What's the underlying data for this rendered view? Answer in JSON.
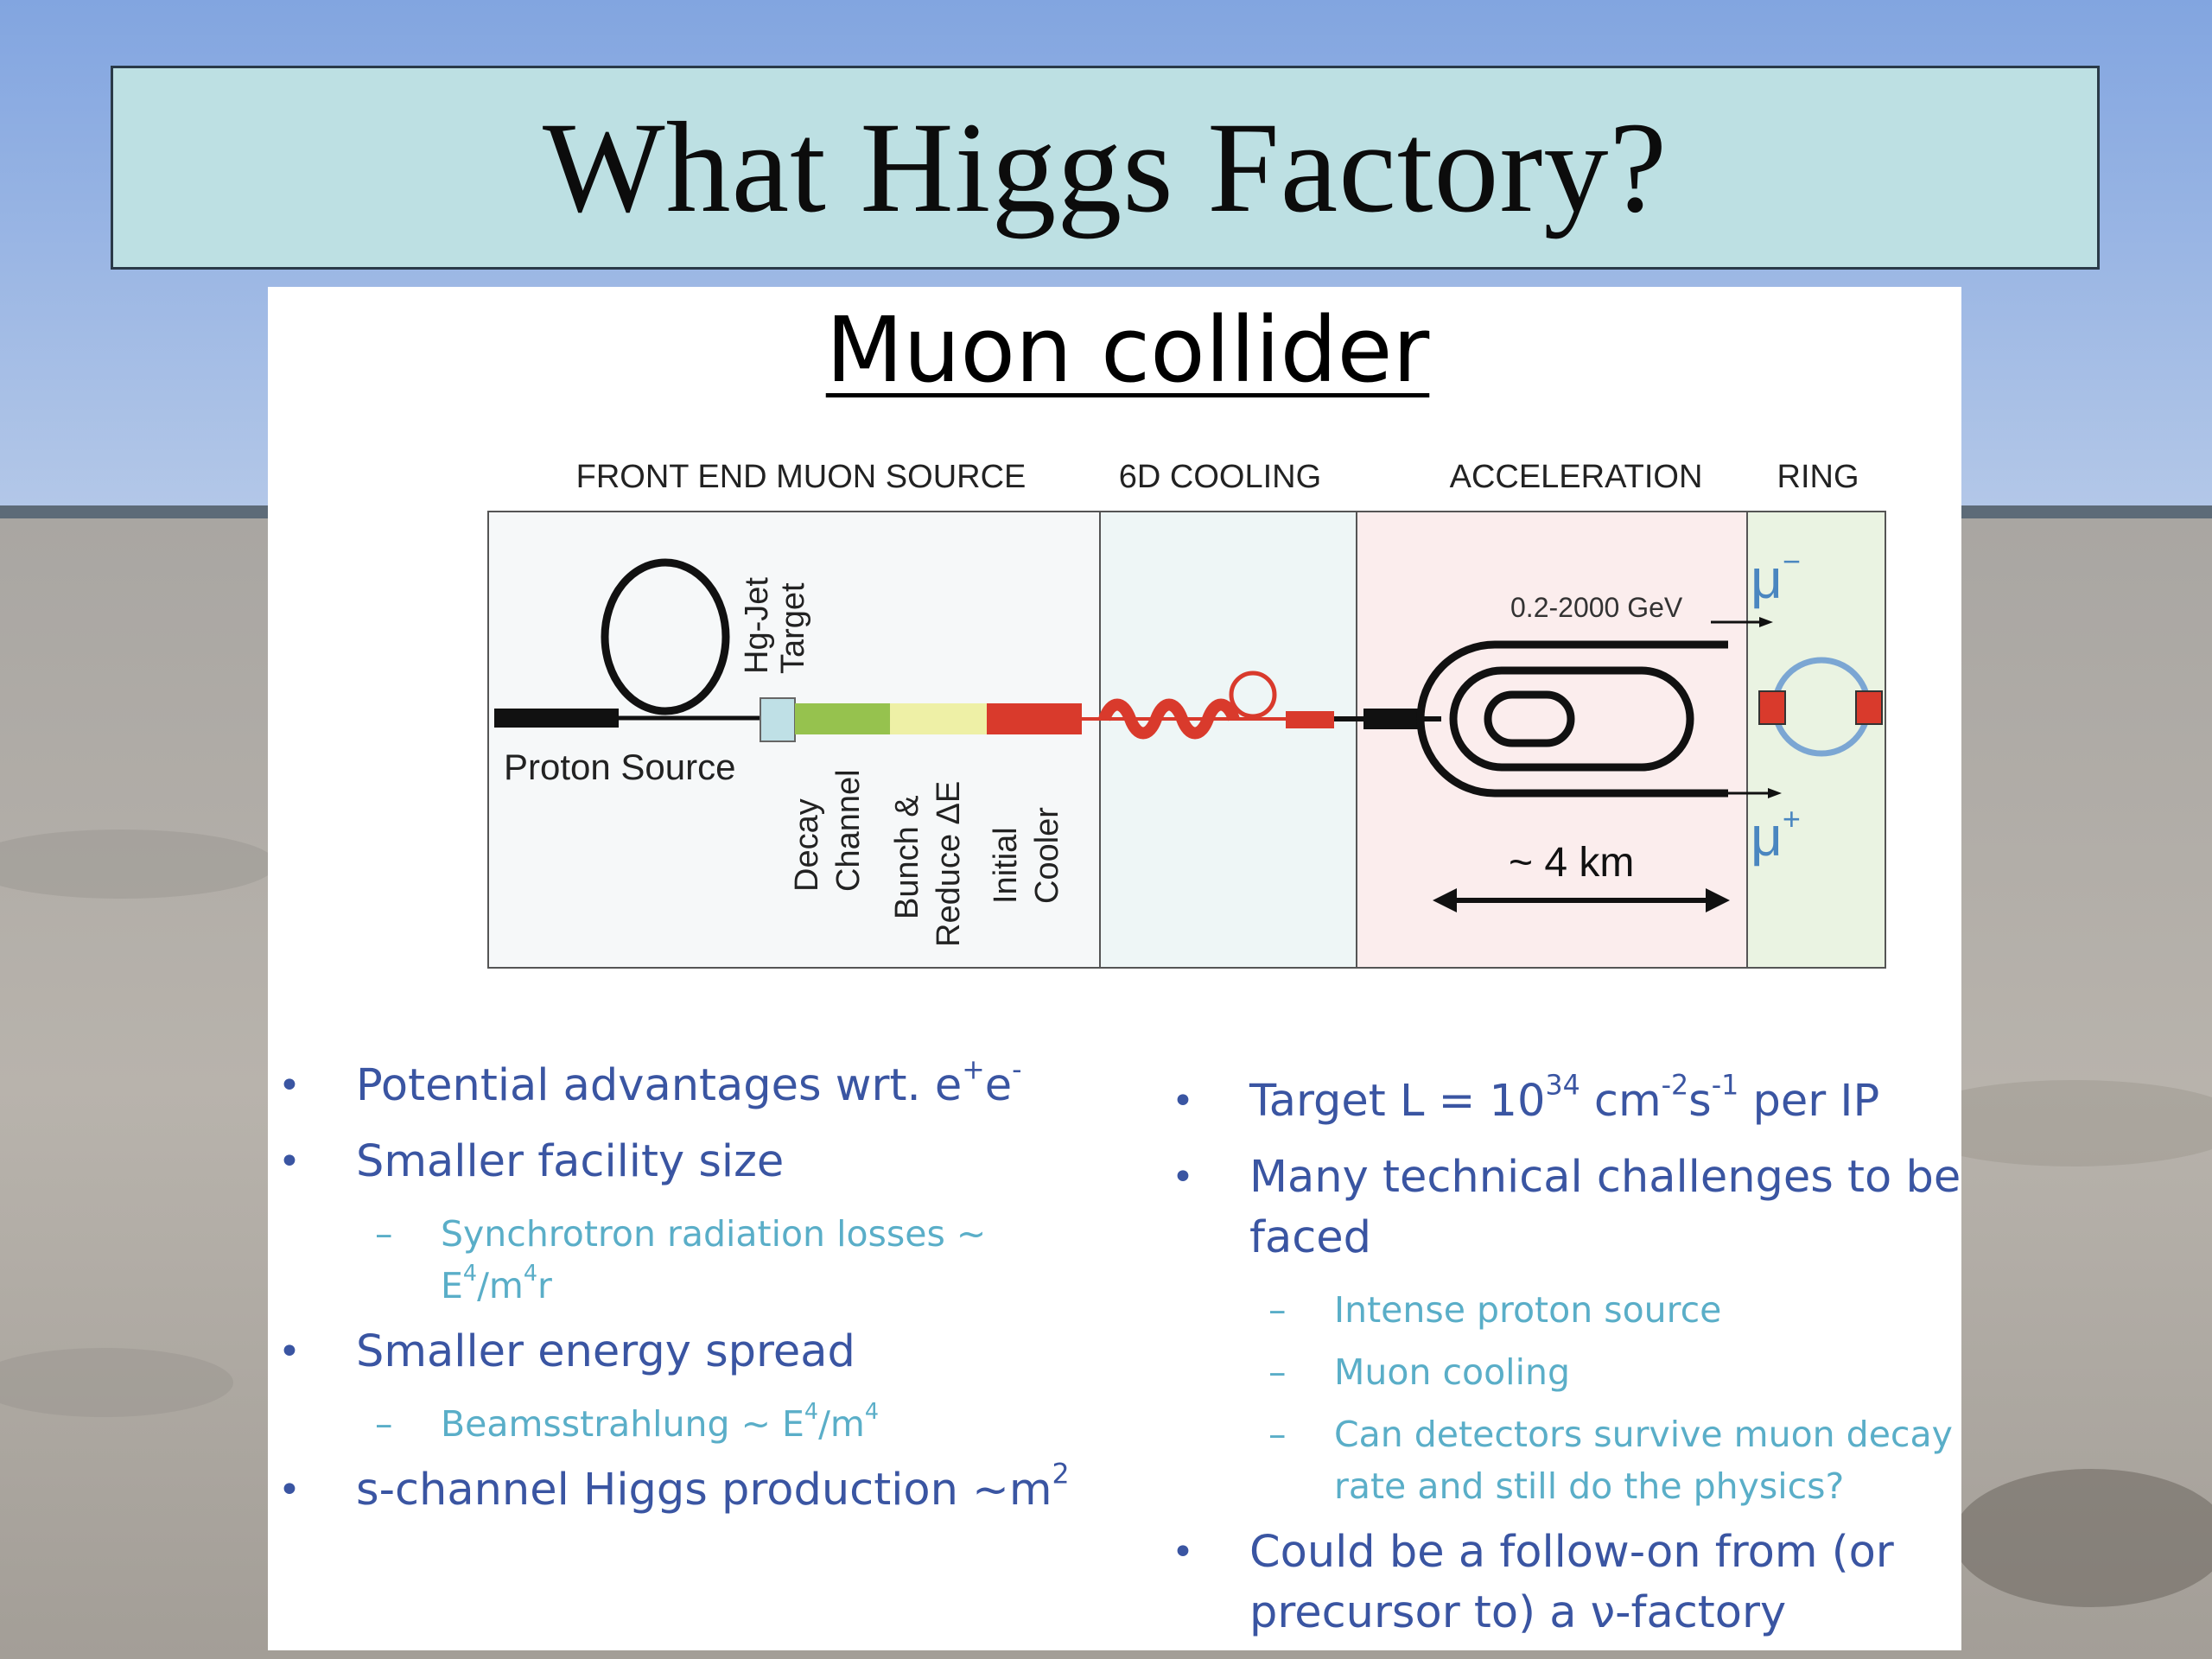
{
  "slide": {
    "title": "What Higgs Factory?",
    "subtitle": "Muon collider"
  },
  "diagram": {
    "section_labels": [
      "FRONT END MUON SOURCE",
      "6D COOLING",
      "ACCELERATION",
      "RING"
    ],
    "proton_source": "Proton Source",
    "target_label": [
      "Hg-Jet",
      "Target"
    ],
    "decay_label": [
      "Decay",
      "Channel"
    ],
    "bunch_label": [
      "Bunch &",
      "Reduce ΔE"
    ],
    "cooler_label": [
      "Initial",
      "Cooler"
    ],
    "energy_label": "0.2-2000 GeV",
    "distance_label": "~ 4 km",
    "mu_minus": "μ",
    "mu_minus_sup": "−",
    "mu_plus": "μ",
    "mu_plus_sup": "+",
    "colors": {
      "front_end": "#f6f8f9",
      "cooling": "#eef6f6",
      "acceleration": "#fbeded",
      "ring": "#eaf3e2",
      "target": "#bfe0e6",
      "decay": "#96c24e",
      "bunch": "#eef0a6",
      "cooler": "#d93a2c",
      "ring_circle": "#7ba6d3",
      "mu": "#4a86c0"
    }
  },
  "left_bullets": {
    "b1_text": "Potential advantages wrt. e",
    "b1_sup1": "+",
    "b1_mid": "e",
    "b1_sup2": "-",
    "b2": "Smaller facility size",
    "b2_sub_text": "Synchrotron radiation losses ~ E",
    "b2_sub_sup1": "4",
    "b2_sub_mid": "/m",
    "b2_sub_sup2": "4",
    "b2_sub_end": "r",
    "b3": "Smaller energy spread",
    "b3_sub_text": "Beamsstrahlung ~ E",
    "b3_sub_sup1": "4",
    "b3_sub_mid": "/m",
    "b3_sub_sup2": "4",
    "b4_text": "s-channel Higgs production ~m",
    "b4_sup": "2"
  },
  "right_bullets": {
    "b1_a": "Target L = 10",
    "b1_sup1": "34",
    "b1_b": " cm",
    "b1_sup2": "-2",
    "b1_c": "s",
    "b1_sup3": "-1",
    "b1_d": " per IP",
    "b2": "Many technical challenges to be faced",
    "b2_sub1": "Intense proton source",
    "b2_sub2": "Muon cooling",
    "b2_sub3": "Can detectors survive muon decay rate and still do the physics?",
    "b3": "Could be a follow-on from (or precursor to) a ν-factory"
  }
}
